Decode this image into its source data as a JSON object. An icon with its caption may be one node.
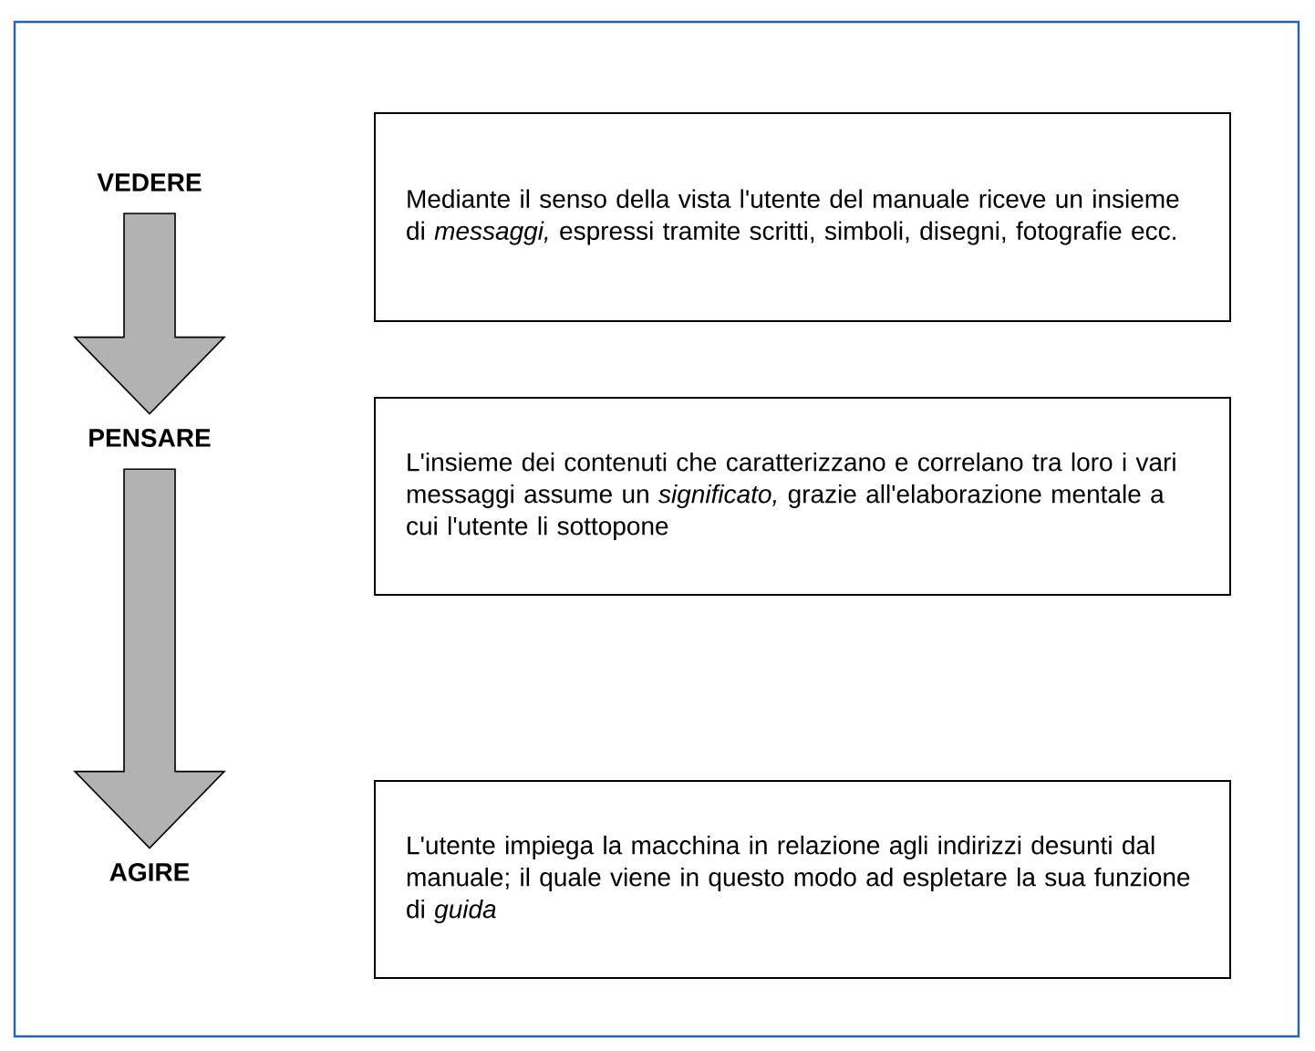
{
  "diagram": {
    "nodes": [
      {
        "text": [
          "VEDERE"
        ]
      },
      {
        "text": [
          "Mediante il senso della vista l'utente del manuale riceve un insieme di *messaggi,* espressi tramite scritti, simboli, disegni, fotografie ecc."
        ]
      },
      {
        "text": [
          "PENSARE"
        ]
      },
      {
        "text": [
          "L'insieme dei contenuti che caratterizzano e correlano tra loro i vari messaggi assume un *significato,* grazie all'elaborazione mentale a cui l'utente li sottopone"
        ]
      },
      {
        "text": [
          "AGIRE"
        ]
      },
      {
        "text": [
          "L'utente impiega la macchina in relazione agli indirizzi desunti dal manuale; il quale viene in questo modo ad espletare la sua funzione di *guida*"
        ]
      }
    ],
    "edges": [
      {
        "from": 0,
        "to": 2,
        "arrow": "to"
      },
      {
        "from": 2,
        "to": 4,
        "arrow": "to"
      }
    ]
  }
}
